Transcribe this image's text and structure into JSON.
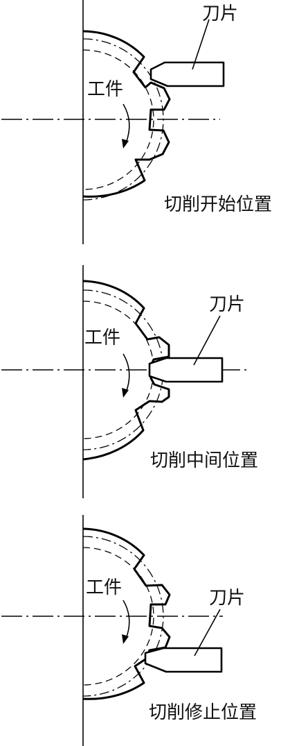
{
  "panels": [
    {
      "stage_label": "切削开始位置",
      "workpiece_label": "工件",
      "blade_label": "刀片"
    },
    {
      "stage_label": "切削中间位置",
      "workpiece_label": "工件",
      "blade_label": "刀片"
    },
    {
      "stage_label": "切削修止位置",
      "workpiece_label": "工件",
      "blade_label": "刀片"
    }
  ]
}
